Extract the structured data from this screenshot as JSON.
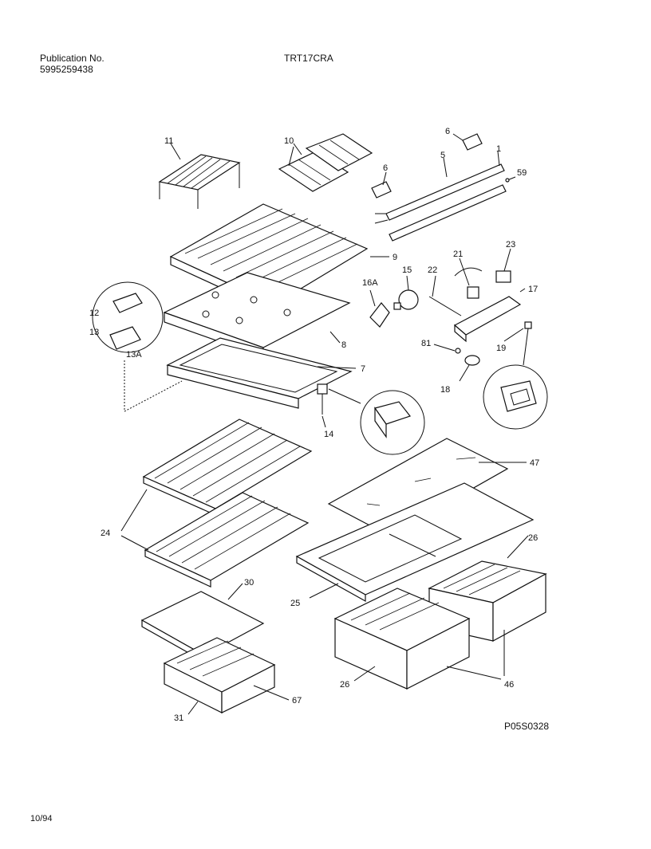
{
  "header": {
    "publication_label": "Publication No.",
    "publication_number": "5995259438",
    "model": "TRT17CRA"
  },
  "footer": {
    "drawing_code": "P05S0328",
    "date": "10/94"
  },
  "callouts": [
    "1",
    "5",
    "6",
    "6",
    "59",
    "10",
    "11",
    "9",
    "8",
    "7",
    "12",
    "13",
    "13A",
    "14",
    "15",
    "16A",
    "17",
    "18",
    "19",
    "21",
    "22",
    "23",
    "81",
    "24",
    "25",
    "26",
    "26",
    "30",
    "31",
    "46",
    "47",
    "67"
  ]
}
